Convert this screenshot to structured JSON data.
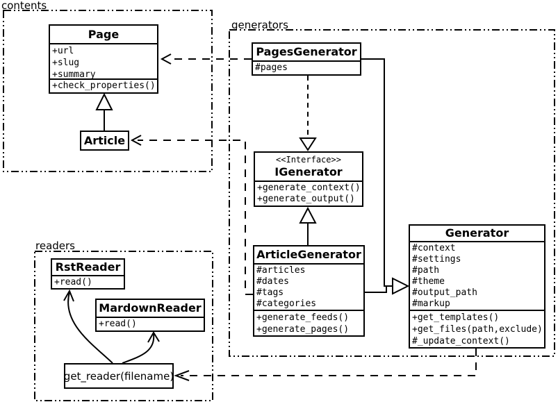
{
  "packages": {
    "contents": {
      "label": "contents"
    },
    "generators": {
      "label": "generators"
    },
    "readers": {
      "label": "readers"
    }
  },
  "classes": {
    "page": {
      "title": "Page",
      "attrs": [
        "+url",
        "+slug",
        "+summary"
      ],
      "methods": [
        "+check_properties()"
      ]
    },
    "article": {
      "title": "Article"
    },
    "pages_generator": {
      "title": "PagesGenerator",
      "attrs": [
        "#pages"
      ]
    },
    "igenerator": {
      "stereotype": "<<Interface>>",
      "title": "IGenerator",
      "methods": [
        "+generate_context()",
        "+generate_output()"
      ]
    },
    "article_generator": {
      "title": "ArticleGenerator",
      "attrs": [
        "#articles",
        "#dates",
        "#tags",
        "#categories"
      ],
      "methods": [
        "+generate_feeds()",
        "+generate_pages()"
      ]
    },
    "generator": {
      "title": "Generator",
      "attrs": [
        "#context",
        "#settings",
        "#path",
        "#theme",
        "#output_path",
        "#markup"
      ],
      "methods": [
        "+get_templates()",
        "+get_files(path,exclude)",
        "#_update_context()"
      ]
    },
    "rst_reader": {
      "title": "RstReader",
      "methods": [
        "+read()"
      ]
    },
    "mardown_reader": {
      "title": "MardownReader",
      "methods": [
        "+read()"
      ]
    },
    "get_reader": {
      "title": "get_reader(filename)"
    }
  },
  "relationships": [
    {
      "from": "Article",
      "to": "Page",
      "type": "generalization"
    },
    {
      "from": "PagesGenerator",
      "to": "Page",
      "type": "dependency"
    },
    {
      "from": "ArticleGenerator",
      "to": "Article",
      "type": "dependency"
    },
    {
      "from": "PagesGenerator",
      "to": "IGenerator",
      "type": "realization-dashed"
    },
    {
      "from": "ArticleGenerator",
      "to": "IGenerator",
      "type": "generalization"
    },
    {
      "from": "PagesGenerator",
      "to": "Generator",
      "type": "generalization"
    },
    {
      "from": "ArticleGenerator",
      "to": "Generator",
      "type": "generalization"
    },
    {
      "from": "Generator",
      "to": "get_reader(filename)",
      "type": "dependency"
    },
    {
      "from": "get_reader(filename)",
      "to": "RstReader",
      "type": "call-arrow"
    },
    {
      "from": "get_reader(filename)",
      "to": "MardownReader",
      "type": "call-arrow"
    }
  ],
  "colors": {
    "line": "#000000",
    "background": "#ffffff",
    "box_fill": "#ffffff"
  }
}
